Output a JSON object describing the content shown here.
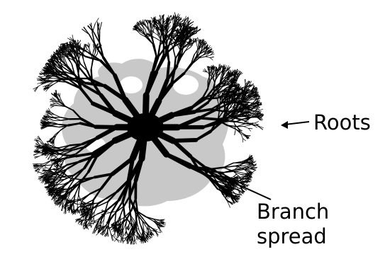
{
  "labels": {
    "roots": "Roots",
    "branch_line1": "Branch",
    "branch_line2": "spread"
  },
  "colors": {
    "background": "#ffffff",
    "branch_spread_fill": "#c8c8c8",
    "roots_ink": "#000000"
  }
}
